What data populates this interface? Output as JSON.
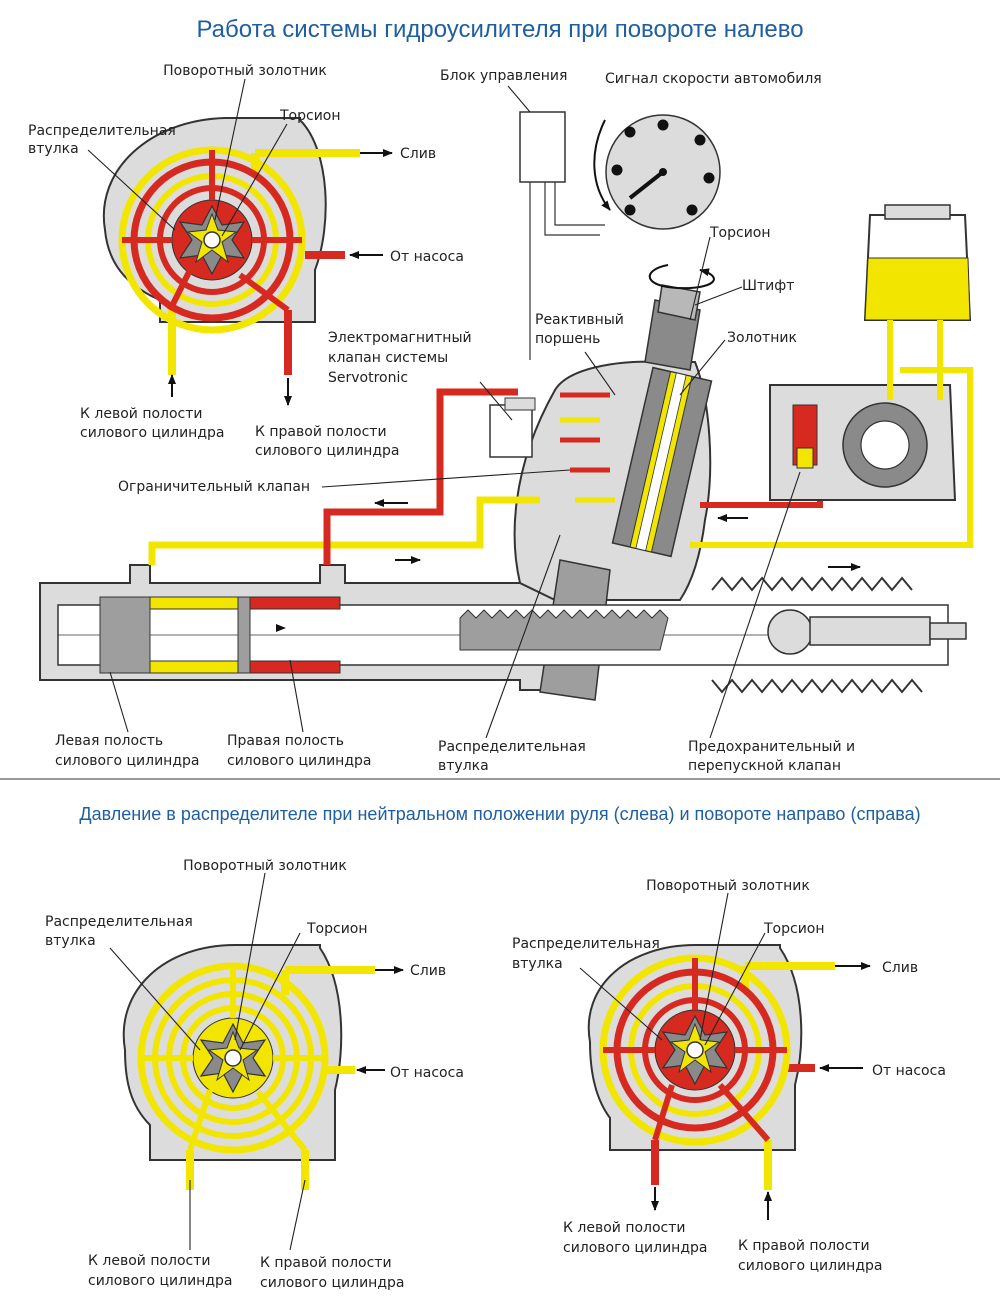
{
  "colors": {
    "title": "#1f5fa0",
    "high_pressure": "#d62a20",
    "low_pressure": "#f2e600",
    "housing": "#dcdcdc"
  },
  "top": {
    "title": "Работа системы гидроусилителя при повороте налево",
    "valve": {
      "rotary_spool": "Поворотный золотник",
      "sleeve_1": "Распределительная",
      "sleeve_2": "втулка",
      "torsion": "Торсион",
      "drain": "Слив",
      "from_pump": "От насоса",
      "left_1": "К левой полости",
      "left_2": "силового цилиндра",
      "right_1": "К правой полости",
      "right_2": "силового цилиндра"
    },
    "control_unit": "Блок управления",
    "speed_signal": "Сигнал скорости автомобиля",
    "torsion": "Торсион",
    "pin": "Штифт",
    "reactive_1": "Реактивный",
    "reactive_2": "поршень",
    "spool": "Золотник",
    "servo_1": "Электромагнитный",
    "servo_2": "клапан системы",
    "servo_3": "Servotronic",
    "limit_valve": "Ограничительный клапан",
    "left_cyl_1": "Левая полость",
    "left_cyl_2": "силового цилиндра",
    "right_cyl_1": "Правая полость",
    "right_cyl_2": "силового цилиндра",
    "sleeve_1": "Распределительная",
    "sleeve_2": "втулка",
    "safety_1": "Предохранительный и",
    "safety_2": "перепускной клапан"
  },
  "bottom": {
    "title": "Давление в распределителе при нейтральном положении руля (слева) и повороте направо (справа)",
    "left": {
      "rotary_spool": "Поворотный золотник",
      "sleeve_1": "Распределительная",
      "sleeve_2": "втулка",
      "torsion": "Торсион",
      "drain": "Слив",
      "from_pump": "От насоса",
      "left_1": "К левой полости",
      "left_2": "силового цилиндра",
      "right_1": "К правой полости",
      "right_2": "силового цилиндра"
    },
    "right": {
      "rotary_spool": "Поворотный золотник",
      "sleeve_1": "Распределительная",
      "sleeve_2": "втулка",
      "torsion": "Торсион",
      "drain": "Слив",
      "from_pump": "От насоса",
      "left_1": "К левой полости",
      "left_2": "силового цилиндра",
      "right_1": "К правой полости",
      "right_2": "силового цилиндра"
    }
  }
}
